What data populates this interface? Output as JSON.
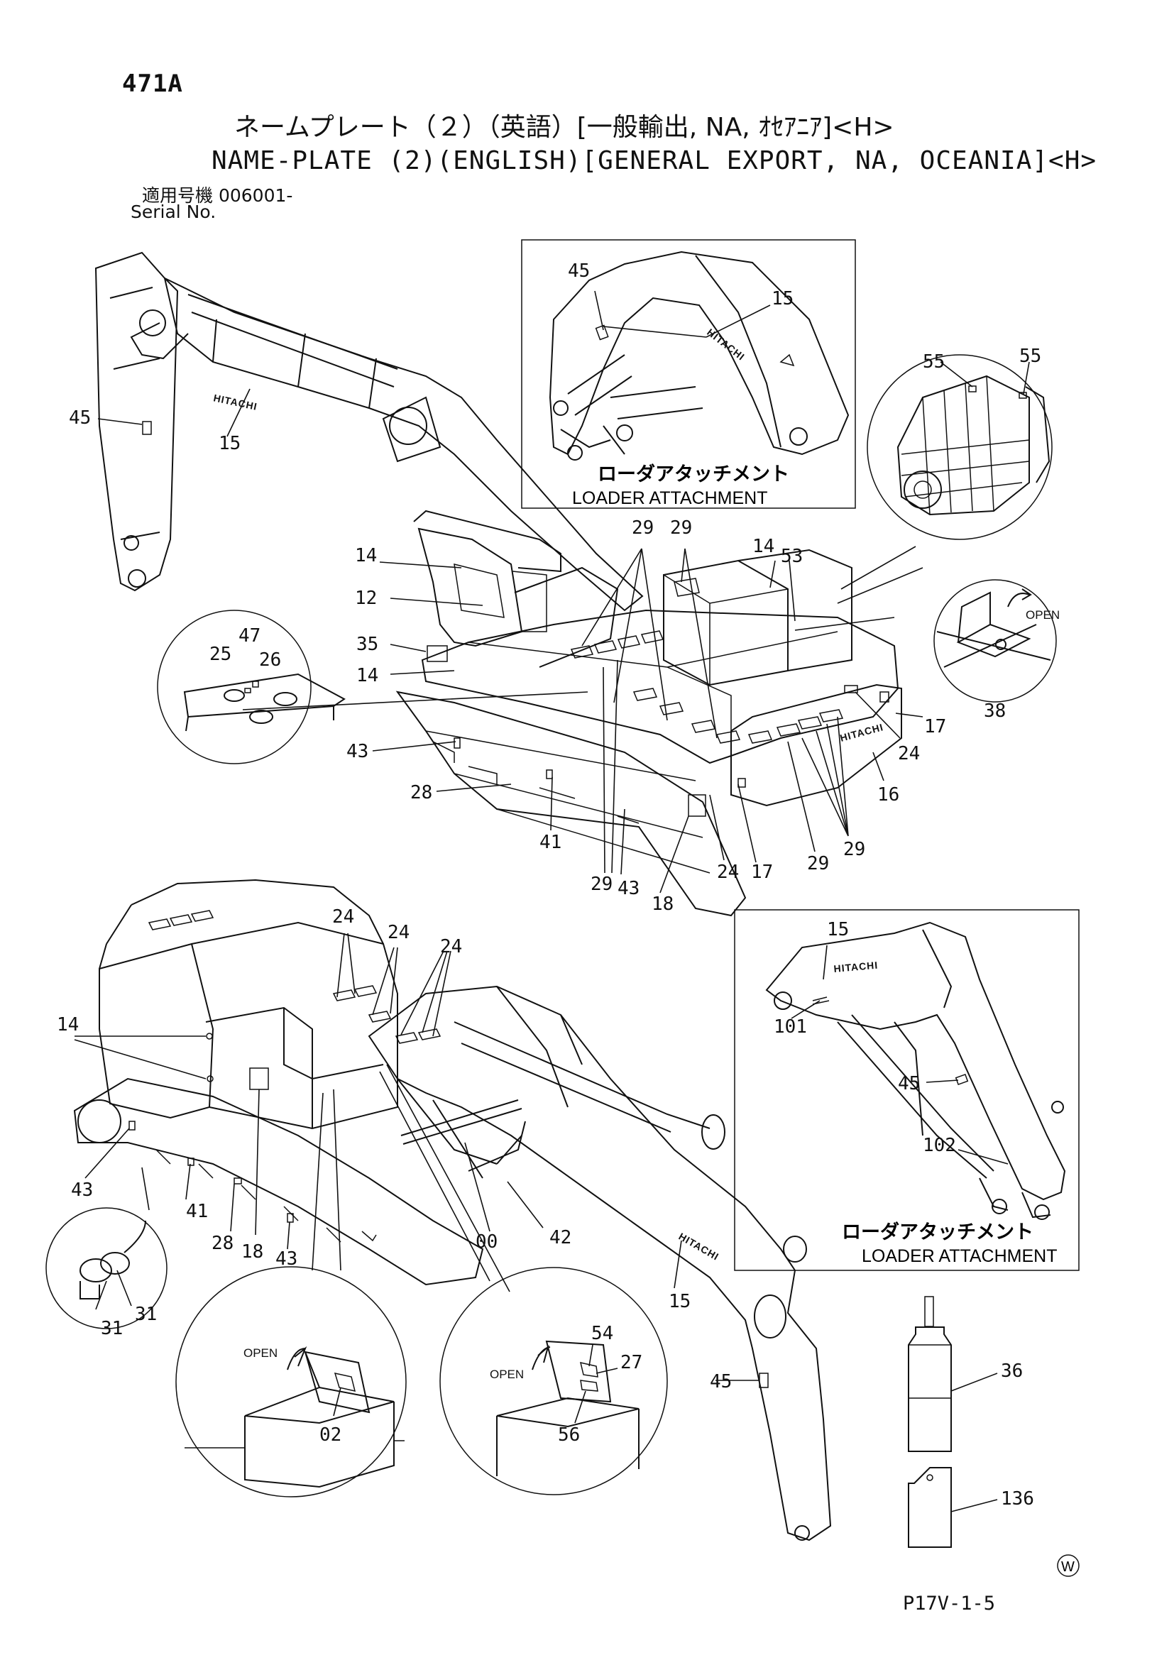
{
  "header": {
    "page_no": "471A",
    "title_jp": "ネームプレート（２）（英語）[一般輸出, NA, ｵｾｱﾆｱ]<H>",
    "title_en": "NAME-PLATE (2)(ENGLISH)[GENERAL EXPORT, NA, OCEANIA]<H>",
    "serial_label_jp": "適用号機  006001-",
    "serial_label_en": "Serial No."
  },
  "captions": {
    "loader_top_jp": "ローダアタッチメント",
    "loader_top_en": "LOADER ATTACHMENT",
    "loader_right_jp": "ローダアタッチメント",
    "loader_right_en": "LOADER ATTACHMENT"
  },
  "decals": {
    "logo": "HITACHI",
    "open": "OPEN"
  },
  "callouts": {
    "c45a": "45",
    "c15a": "15",
    "c45b": "45",
    "c15b": "15",
    "c55a": "55",
    "c55b": "55",
    "c29a": "29",
    "c29b": "29",
    "c14a": "14",
    "c53": "53",
    "c14b": "14",
    "c12": "12",
    "c35": "35",
    "c14c": "14",
    "c47": "47",
    "c25": "25",
    "c26": "26",
    "c38": "38",
    "c17a": "17",
    "c24a": "24",
    "c16": "16",
    "c43a": "43",
    "c28a": "28",
    "c41a": "41",
    "c29c": "29",
    "c43b": "43",
    "c18a": "18",
    "c24b": "24",
    "c17b": "17",
    "c29d": "29",
    "c29e": "29",
    "c15c": "15",
    "c101": "101",
    "c45c": "45",
    "c102": "102",
    "c24c": "24",
    "c24d": "24",
    "c24e": "24",
    "c14d": "14",
    "c43c": "43",
    "c41b": "41",
    "c28b": "28",
    "c18b": "18",
    "c43d": "43",
    "c00": "00",
    "c42": "42",
    "c15d": "15",
    "c31a": "31",
    "c31b": "31",
    "c02": "02",
    "c54": "54",
    "c27": "27",
    "c56": "56",
    "c45d": "45",
    "c36": "36",
    "c136": "136"
  },
  "footer": {
    "mark": "W",
    "drawing_code": "P17V-1-5"
  }
}
